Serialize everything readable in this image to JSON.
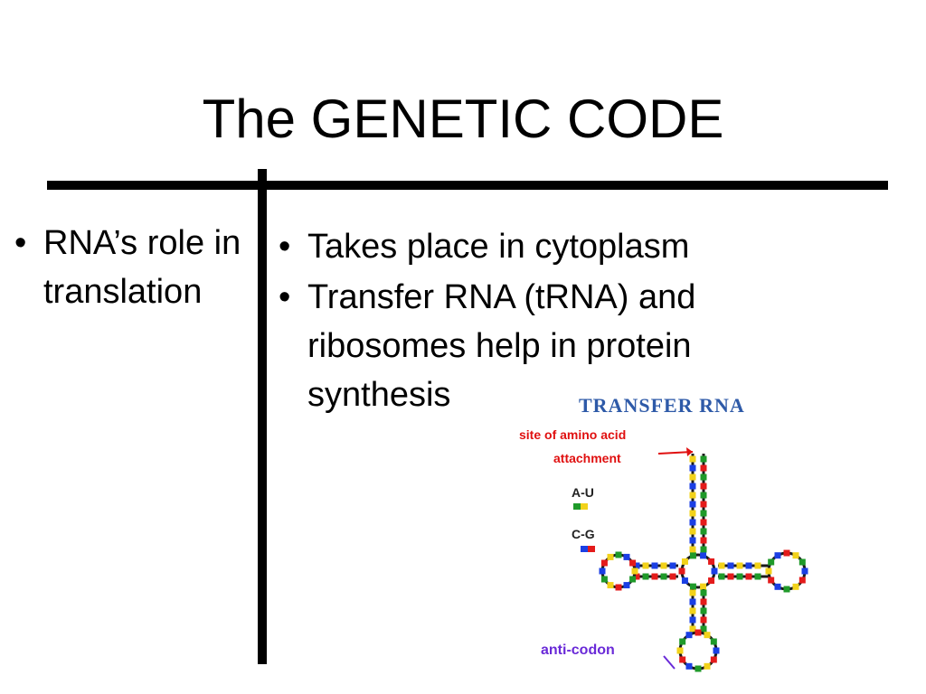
{
  "slide": {
    "title": "The GENETIC CODE",
    "left_bullets": [
      "RNA’s role in translation"
    ],
    "right_bullets": [
      "Takes place in cytoplasm",
      "Transfer RNA (tRNA) and ribosomes help in protein synthesis"
    ]
  },
  "figure": {
    "heading": "TRANSFER RNA",
    "site_label_line1": "site of amino acid",
    "site_label_line2": "attachment",
    "legend_au": "A-U",
    "legend_cg": "C-G",
    "anticodon_label": "anti-codon",
    "colors": {
      "heading": "#2e5aa8",
      "site_label": "#e01010",
      "anticodon_label": "#6a2ad8",
      "base_red": "#e41b1b",
      "base_blue": "#1b3fe4",
      "base_green": "#1f9a2a",
      "base_yellow": "#f2d21a",
      "backbone": "#1a1a1a"
    }
  }
}
